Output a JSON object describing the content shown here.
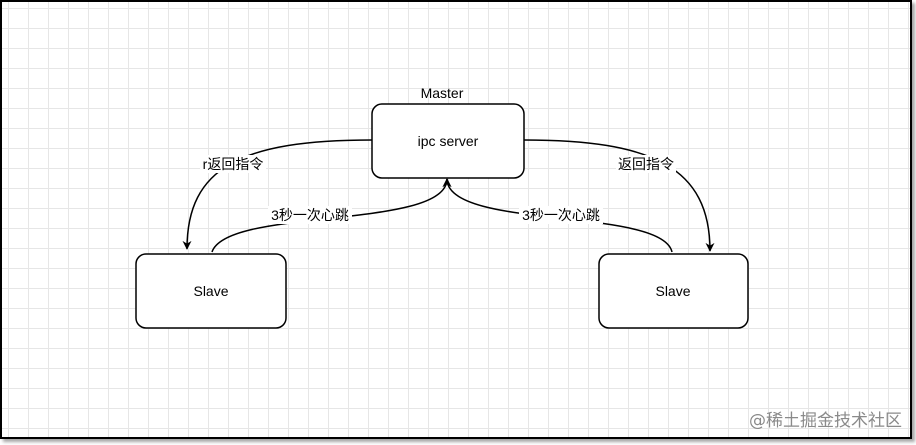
{
  "master": {
    "title": "Master",
    "label": "ipc server"
  },
  "slave_left": {
    "label": "Slave"
  },
  "slave_right": {
    "label": "Slave"
  },
  "edges": {
    "left_return": "r返回指令",
    "right_return": "返回指令",
    "left_heartbeat": "3秒一次心跳",
    "right_heartbeat": "3秒一次心跳"
  },
  "watermark": "@稀土掘金技术社区"
}
